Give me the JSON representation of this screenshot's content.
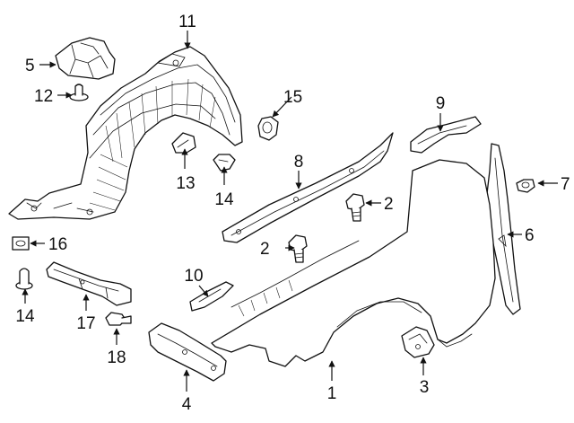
{
  "colors": {
    "ink": "#111111",
    "background": "#ffffff"
  },
  "callouts": [
    {
      "id": "c1",
      "label": "1"
    },
    {
      "id": "c2a",
      "label": "2"
    },
    {
      "id": "c2b",
      "label": "2"
    },
    {
      "id": "c3",
      "label": "3"
    },
    {
      "id": "c4",
      "label": "4"
    },
    {
      "id": "c5",
      "label": "5"
    },
    {
      "id": "c6",
      "label": "6"
    },
    {
      "id": "c7",
      "label": "7"
    },
    {
      "id": "c8",
      "label": "8"
    },
    {
      "id": "c9",
      "label": "9"
    },
    {
      "id": "c10",
      "label": "10"
    },
    {
      "id": "c11",
      "label": "11"
    },
    {
      "id": "c12",
      "label": "12"
    },
    {
      "id": "c13",
      "label": "13"
    },
    {
      "id": "c14a",
      "label": "14"
    },
    {
      "id": "c14b",
      "label": "14"
    },
    {
      "id": "c15",
      "label": "15"
    },
    {
      "id": "c16",
      "label": "16"
    },
    {
      "id": "c17",
      "label": "17"
    },
    {
      "id": "c18",
      "label": "18"
    }
  ]
}
